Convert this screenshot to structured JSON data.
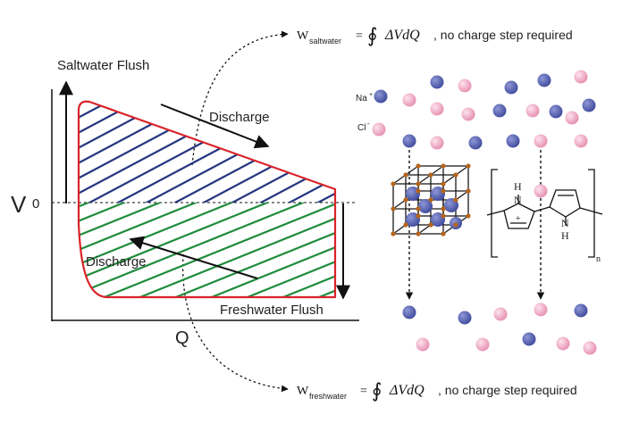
{
  "graph": {
    "y_axis_label": "V",
    "x_axis_label": "Q",
    "zero_label": "0",
    "saltwater_flush_label": "Saltwater Flush",
    "freshwater_flush_label": "Freshwater Flush",
    "discharge_upper_label": "Discharge",
    "discharge_lower_label": "Discharge"
  },
  "equations": {
    "saltwater": {
      "w_symbol": "W",
      "subscript": "saltwater",
      "equals": "=",
      "integral": "∮",
      "integrand": "ΔVdQ",
      "note": ", no charge step required"
    },
    "freshwater": {
      "w_symbol": "W",
      "subscript": "freshwater",
      "equals": "=",
      "integral": "∮",
      "integrand": "ΔVdQ",
      "note": ", no charge step required"
    }
  },
  "legend": {
    "na_label": "Na",
    "na_charge": "+",
    "cl_label": "Cl",
    "cl_charge": "-"
  },
  "polymer": {
    "h_top": "H",
    "n_top": "N",
    "h_bottom": "H",
    "n_bottom": "N",
    "charge": "+",
    "repeat_subscript": "n"
  },
  "colors": {
    "na_ion": "#3f4a9c",
    "cl_ion": "#eea6c0",
    "cycle_outline": "#d9242a",
    "saltwater_hatch": "#20317c",
    "freshwater_hatch": "#1c8a3a",
    "crystal_node": "#b5651d"
  }
}
